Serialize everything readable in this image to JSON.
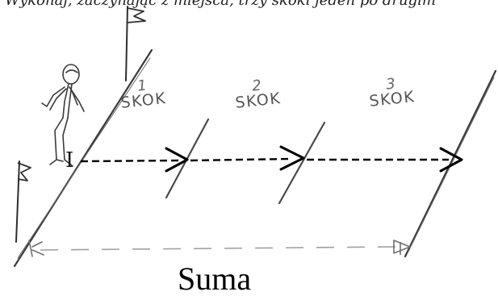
{
  "header": {
    "text": "Wykonaj, zaczynając z miejsca, trzy skoki jeden po drugim"
  },
  "jumps": [
    {
      "number": "1",
      "word": "SKOK"
    },
    {
      "number": "2",
      "word": "SKOK"
    },
    {
      "number": "3",
      "word": "SKOK"
    }
  ],
  "start_mark": "I",
  "sum_label": "Suma",
  "colors": {
    "pencil": "#3a3a3a",
    "pencil_light": "#9a9a9a",
    "ink": "#000000"
  }
}
